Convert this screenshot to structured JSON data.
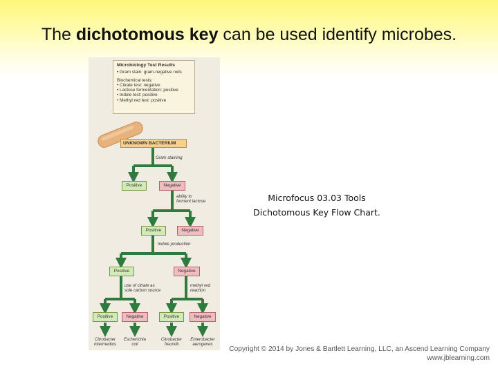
{
  "title": {
    "pre": "The ",
    "bold": "dichotomous key",
    "post": " can be used identify microbes."
  },
  "figure": {
    "results": {
      "title": "Microbiology Test Results",
      "lines": [
        "• Gram stain: gram-negative rods",
        "Biochemical tests:",
        "• Citrate test: negative",
        "• Lactose fermentation: positive",
        "• Indole test: positive",
        "• Methyl red test: positive"
      ]
    },
    "unknown_label": "UNKNOWN BACTERIUM",
    "steps": {
      "gram": "Gram staining",
      "lactose": [
        "ability to",
        "ferment lactose"
      ],
      "indole": "Indole production",
      "citrate": [
        "use of citrate as",
        "sole carbon source"
      ],
      "methyl": [
        "methyl red",
        "reaction"
      ]
    },
    "nodes": {
      "positive": "Positive",
      "negative": "Negative"
    },
    "leaves": [
      [
        "Citrobacter",
        "intermedius"
      ],
      [
        "Escherichia",
        "coli"
      ],
      [
        "Citrobacter",
        "freundii"
      ],
      [
        "Enterobacter",
        "aerogenes"
      ]
    ],
    "colors": {
      "arrow": "#2e7a3f",
      "positive_fill": "#d3eab8",
      "negative_fill": "#efbcc0",
      "bacterium": "#e8b27c"
    }
  },
  "caption": {
    "line1": "Microfocus 03.03 Tools",
    "line2": "Dichotomous Key Flow Chart."
  },
  "copyright": {
    "line1": "Copyright © 2014 by Jones & Bartlett Learning, LLC, an Ascend Learning Company",
    "line2": "www.jblearning.com"
  }
}
